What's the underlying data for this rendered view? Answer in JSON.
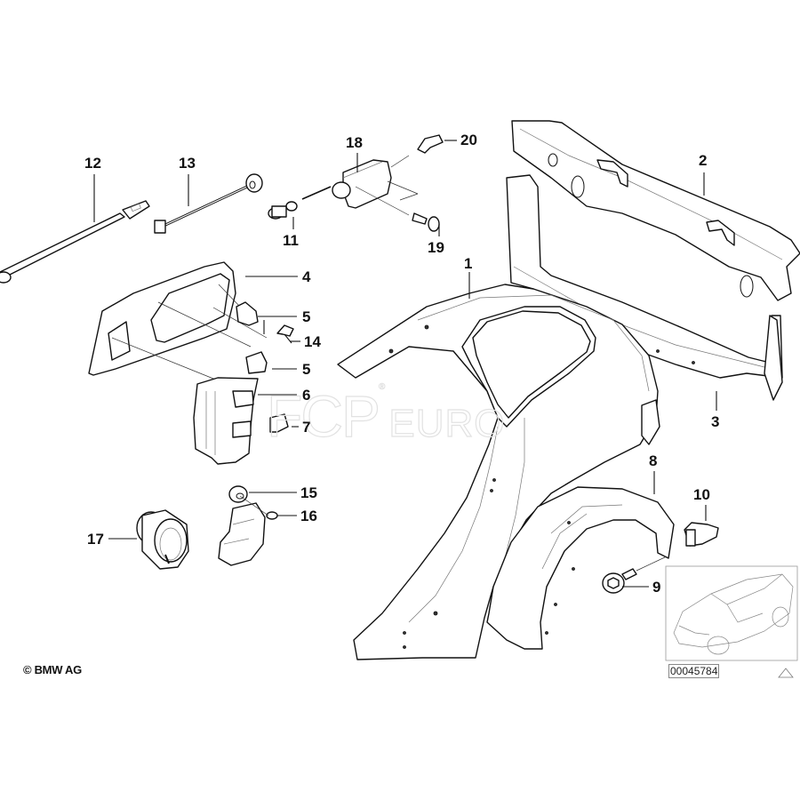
{
  "diagram": {
    "title": "Side panel / rear fender parts diagram",
    "copyright": "© BMW AG",
    "document_number": "00045784",
    "watermark": {
      "brand": "FCP",
      "suffix": "EURO",
      "registered": "®"
    },
    "callouts": [
      {
        "id": "1",
        "part": "side-panel"
      },
      {
        "id": "2",
        "part": "rear-panel-upper-crossmember"
      },
      {
        "id": "3",
        "part": "rear-panel-lower"
      },
      {
        "id": "4",
        "part": "fuel-filler-flap"
      },
      {
        "id": "5",
        "part": "flap-buffer"
      },
      {
        "id": "5b",
        "label": "5",
        "part": "flap-stop"
      },
      {
        "id": "6",
        "part": "hinge"
      },
      {
        "id": "7",
        "part": "clip"
      },
      {
        "id": "8",
        "part": "wheel-arch-cover"
      },
      {
        "id": "9",
        "part": "screw"
      },
      {
        "id": "10",
        "part": "expanding-rivet"
      },
      {
        "id": "11",
        "part": "push-rivet"
      },
      {
        "id": "12",
        "part": "pull-cable"
      },
      {
        "id": "13",
        "part": "retainer-strap"
      },
      {
        "id": "14",
        "part": "spring-stop"
      },
      {
        "id": "15",
        "part": "bushing"
      },
      {
        "id": "16",
        "part": "hinge-bracket"
      },
      {
        "id": "17",
        "part": "grommet"
      },
      {
        "id": "18",
        "part": "actuator"
      },
      {
        "id": "19",
        "part": "screw"
      },
      {
        "id": "20",
        "part": "connector-clip"
      }
    ],
    "labels": {
      "c1": "1",
      "c2": "2",
      "c3": "3",
      "c4": "4",
      "c5a": "5",
      "c5b": "5",
      "c6": "6",
      "c7": "7",
      "c8": "8",
      "c9": "9",
      "c10": "10",
      "c11": "11",
      "c12": "12",
      "c13": "13",
      "c14": "14",
      "c15": "15",
      "c16": "16",
      "c17": "17",
      "c18": "18",
      "c19": "19",
      "c20": "20"
    },
    "inset": {
      "description": "vehicle overview thumbnail",
      "warning_icon": "triangle-icon"
    }
  }
}
